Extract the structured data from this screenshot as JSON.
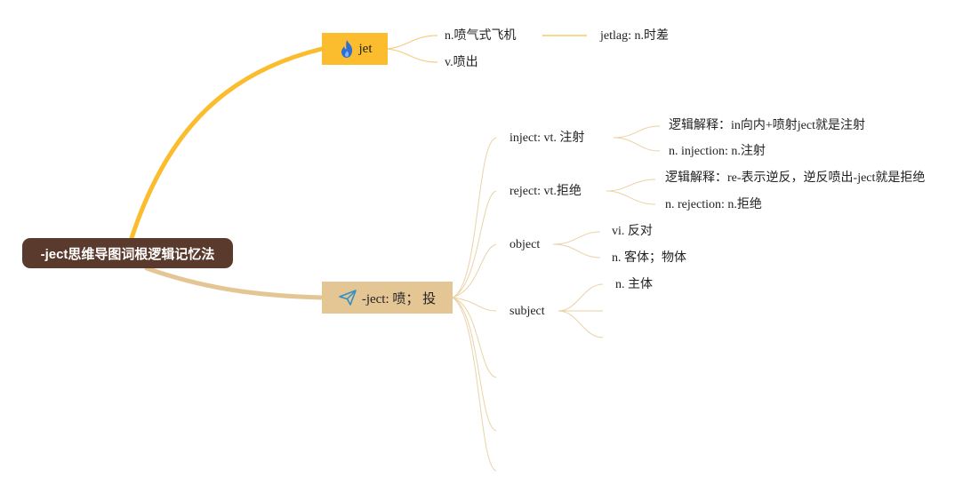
{
  "root": {
    "label": "-ject思维导图词根逻辑记忆法"
  },
  "jet": {
    "label": "jet",
    "icon": "flame-icon",
    "children": [
      {
        "label": "n.喷气式飞机",
        "child": "jetlag: n.时差"
      },
      {
        "label": "v.喷出"
      }
    ]
  },
  "ject": {
    "label": "-ject: 喷；  投",
    "icon": "paper-plane-icon",
    "children": [
      {
        "label": "inject: vt. 注射",
        "children": [
          "逻辑解释：in向内+喷射ject就是注射",
          "n. injection: n.注射"
        ]
      },
      {
        "label": "reject: vt.拒绝",
        "children": [
          "逻辑解释：re-表示逆反，逆反喷出-ject就是拒绝",
          "n. rejection: n.拒绝"
        ]
      },
      {
        "label": "object",
        "children": [
          "vi. 反对",
          "n. 客体；物体"
        ]
      },
      {
        "label": "subject",
        "children": [
          "n. 主体",
          "",
          ""
        ]
      },
      {
        "label": ""
      },
      {
        "label": ""
      },
      {
        "label": ""
      }
    ]
  },
  "colors": {
    "root_bg": "#5b3a2e",
    "jet_branch": "#fbbd2e",
    "ject_branch": "#e4c594",
    "thin_line": "#e8cfa6"
  }
}
